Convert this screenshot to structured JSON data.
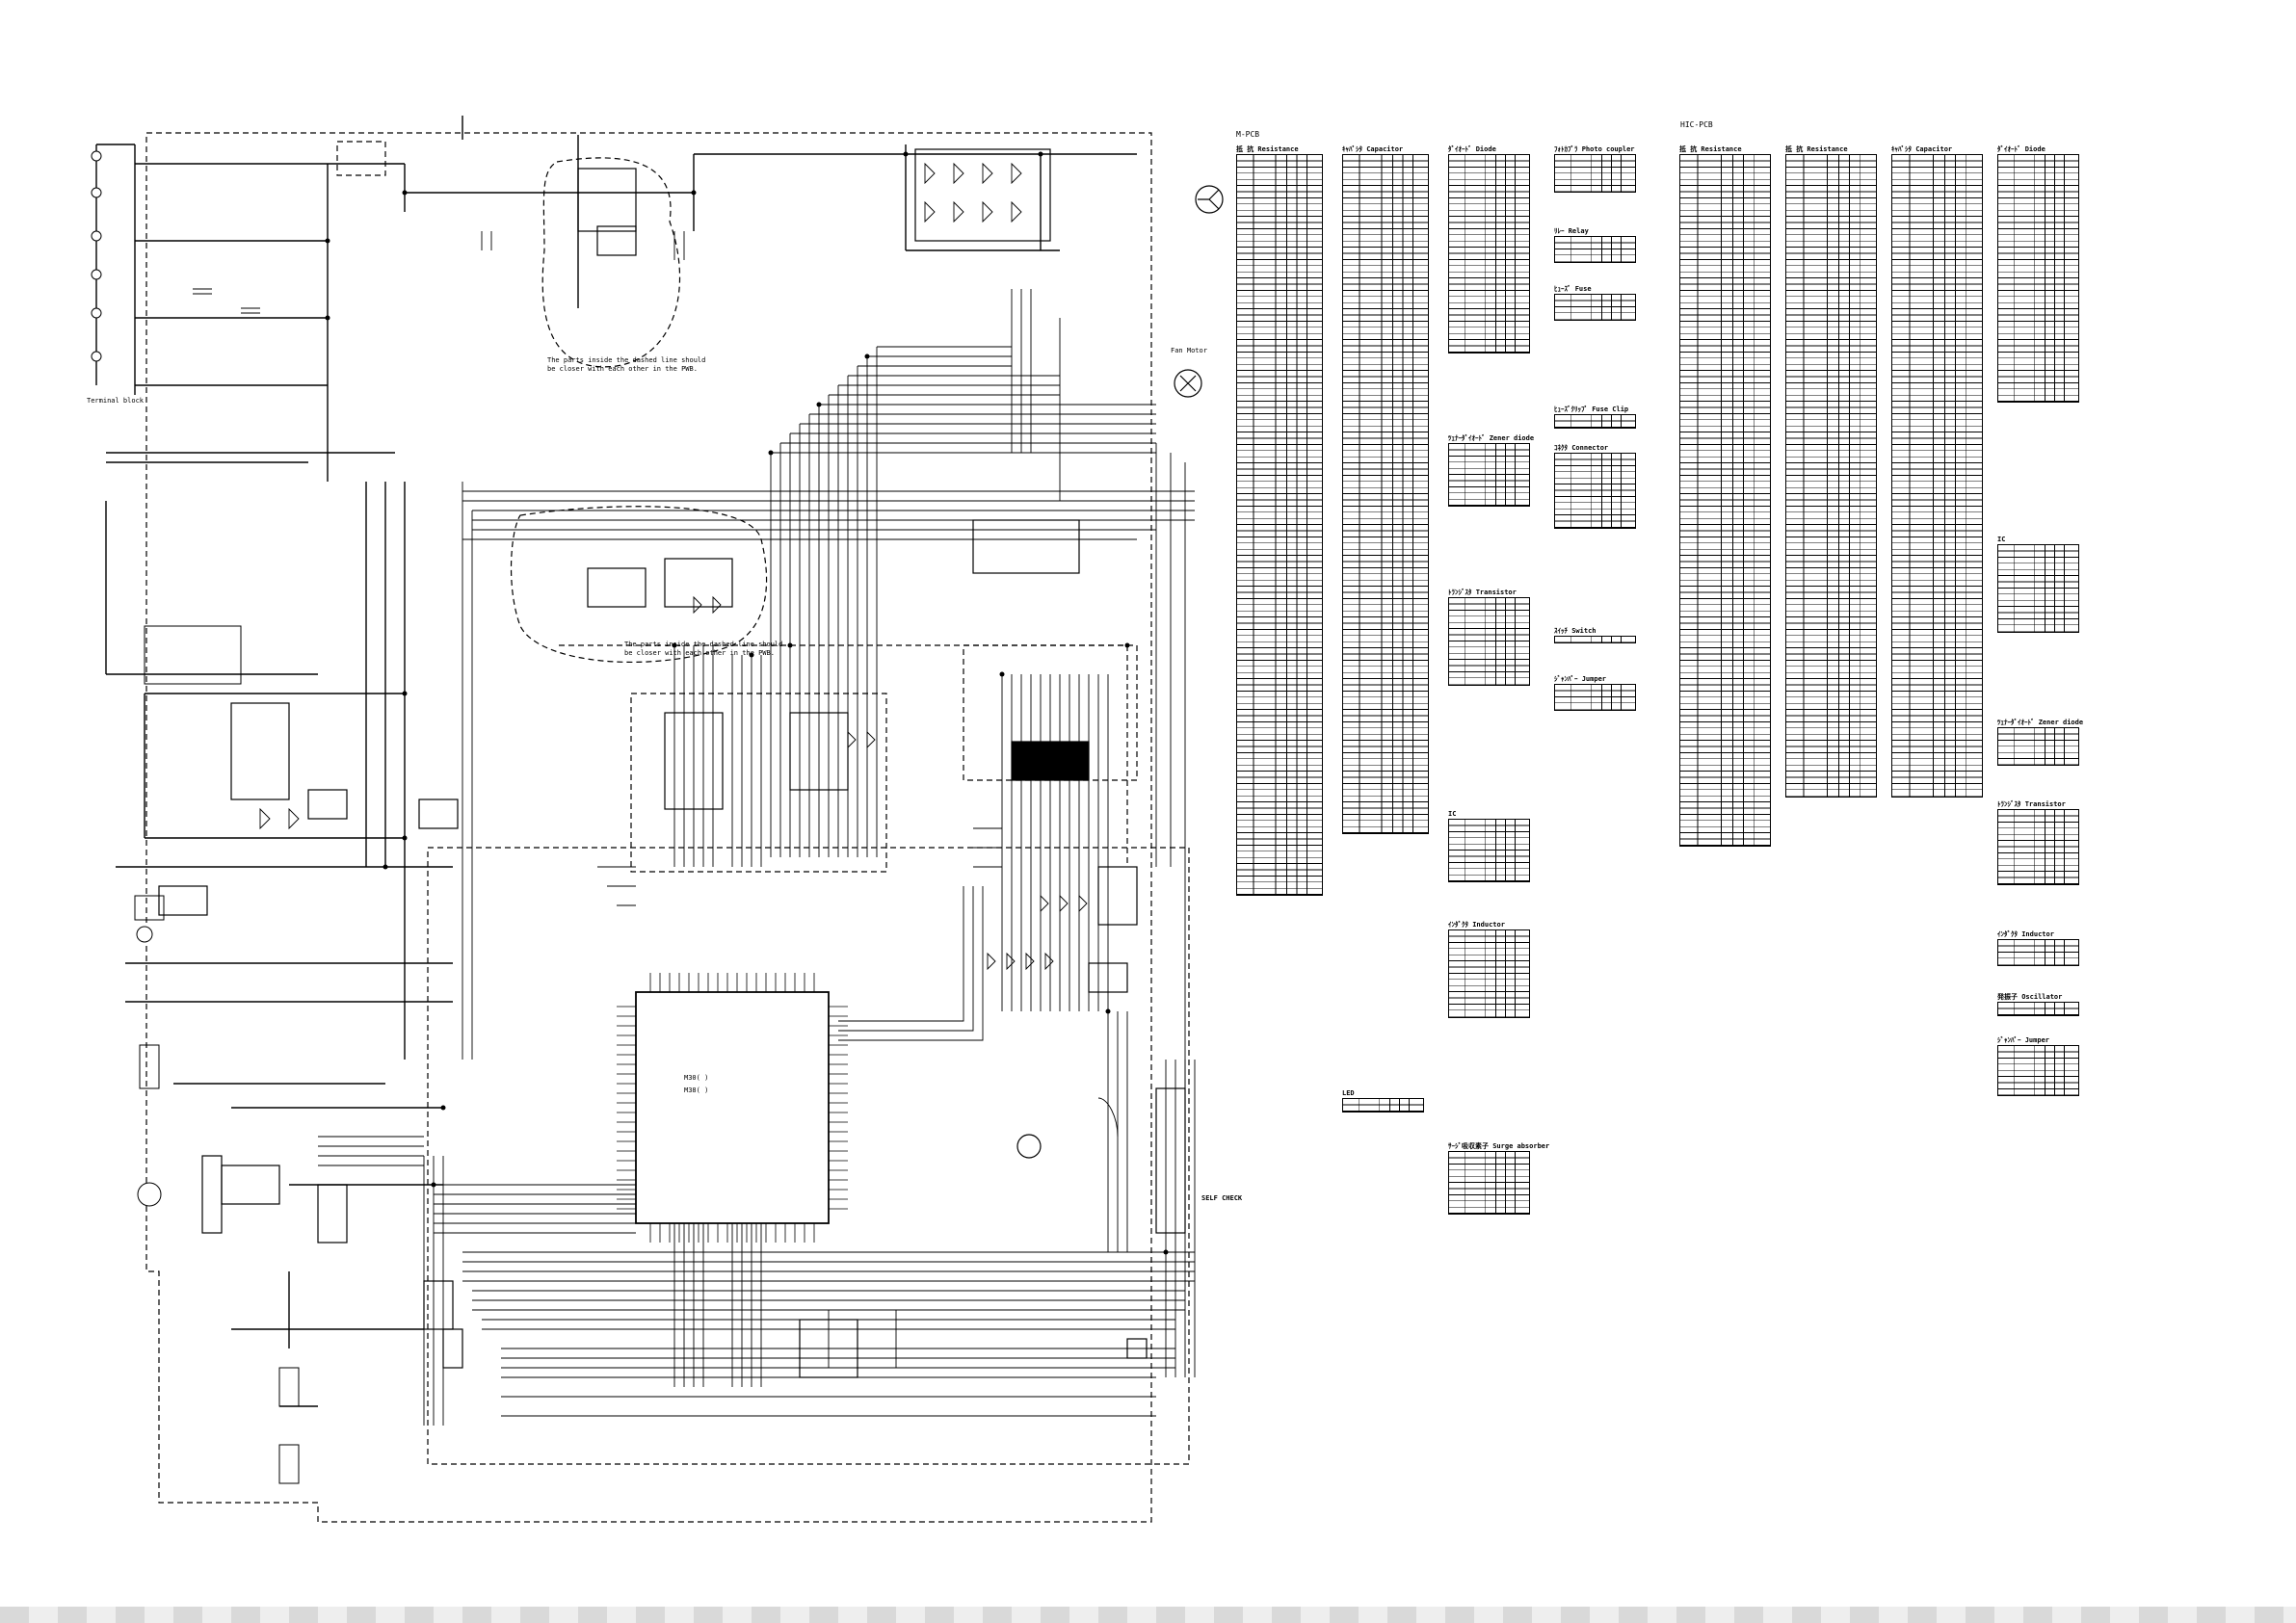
{
  "pcb_labels": {
    "main": "M-PCB",
    "hic": "HIC-PCB"
  },
  "tables": [
    {
      "title": "抵 抗  Resistance",
      "rows": 120
    },
    {
      "title": "ｷｬﾊﾟｼﾀ  Capacitor",
      "rows": 110
    },
    {
      "title": "ﾀﾞｲｵｰﾄﾞ  Diode",
      "rows": 32
    },
    {
      "title": "ﾌｫﾄｶﾌﾟﾗ  Photo coupler",
      "rows": 6
    },
    {
      "title": "ﾘﾚｰ  Relay",
      "rows": 4
    },
    {
      "title": "ﾋｭｰｽﾞ  Fuse",
      "rows": 4
    },
    {
      "title": "ﾋｭｰｽﾞｸﾘｯﾌﾟ Fuse Clip",
      "rows": 2
    },
    {
      "title": "ｺﾈｸﾀ Connector",
      "rows": 12
    },
    {
      "title": "ﾂｪﾅｰﾀﾞｲｵｰﾄﾞ  Zener diode",
      "rows": 10
    },
    {
      "title": "ﾄﾗﾝｼﾞｽﾀ  Transistor",
      "rows": 14
    },
    {
      "title": "ｽｲｯﾁ  Switch",
      "rows": 1
    },
    {
      "title": "ｼﾞｬﾝﾊﾟｰ  Jumper",
      "rows": 4
    },
    {
      "title": "IC",
      "rows": 10
    },
    {
      "title": "ｲﾝﾀﾞｸﾀ  Inductor",
      "rows": 14
    },
    {
      "title": "LED",
      "rows": 2
    },
    {
      "title": "ｻｰｼﾞ吸収素子  Surge absorber",
      "rows": 10
    },
    {
      "title": "抵 抗  Resistance",
      "rows": 112
    },
    {
      "title": "抵 抗  Resistance",
      "rows": 104
    },
    {
      "title": "ｷｬﾊﾟｼﾀ  Capacitor",
      "rows": 104
    },
    {
      "title": "ﾀﾞｲｵｰﾄﾞ  Diode",
      "rows": 40
    },
    {
      "title": "IC",
      "rows": 14
    },
    {
      "title": "ﾂｪﾅｰﾀﾞｲｵｰﾄﾞ  Zener diode",
      "rows": 6
    },
    {
      "title": "ﾄﾗﾝｼﾞｽﾀ  Transistor",
      "rows": 12
    },
    {
      "title": "ｲﾝﾀﾞｸﾀ  Inductor",
      "rows": 4
    },
    {
      "title": "発振子  Oscillator",
      "rows": 2
    },
    {
      "title": "ｼﾞｬﾝﾊﾟｰ  Jumper",
      "rows": 8
    }
  ],
  "notes": {
    "dashed_note_1": "The parts inside the dashed line should\nbe closer with each other in the PWB.",
    "dashed_note_2": "The parts inside the dashed line should\nbe closer with each other in the PWB."
  },
  "component_labels": {
    "terminal_block": "Terminal block",
    "mcu_1": "M30(  )",
    "mcu_2": "M38(  )",
    "fan_motor": "Fan Motor",
    "self_check": "SELF CHECK"
  },
  "colors": {
    "ink": "#000000",
    "paper": "#ffffff"
  }
}
